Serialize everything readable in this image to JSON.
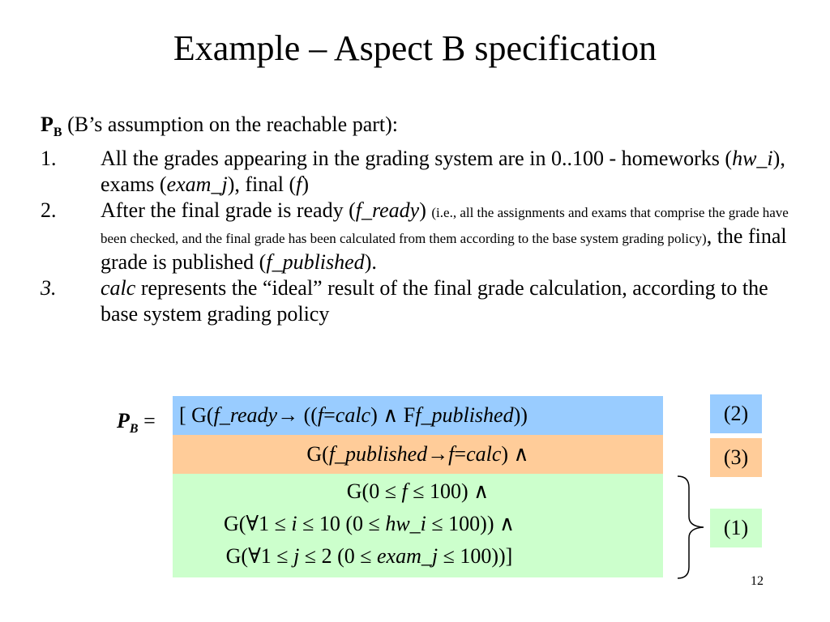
{
  "title": "Example – Aspect B specification",
  "intro": {
    "p": "P",
    "sub": "B",
    "text": " (B’s assumption on the reachable part):"
  },
  "items": [
    {
      "num": "1.",
      "parts": [
        "All the grades appearing in the grading system are in 0..100 - homeworks (",
        "hw_i",
        "), exams (",
        "exam_j",
        "), final (",
        "f",
        ")"
      ]
    },
    {
      "num": "2.",
      "a": "After the final grade is ready (",
      "a_it": "f_ready",
      "a_end": ") ",
      "small": "(i.e., all the assignments and exams that comprise the grade have been checked, and the final grade has been calculated from them according to the base system grading policy)",
      "b": ", the final grade is published (",
      "b_it": "f_published",
      "b_end": ")."
    },
    {
      "num": "3.",
      "calc": "calc",
      "text": "  represents the “ideal” result of the final grade calculation, according to the base system grading policy"
    }
  ],
  "formula": {
    "label_p": "P",
    "label_sub": "B",
    "label_eq": " = ",
    "row1": [
      "[ G(",
      "f_ready",
      " → ((",
      "f",
      " = ",
      "calc",
      ") ∧ F ",
      "f_published",
      "))"
    ],
    "row2": [
      "G(",
      "f_published",
      " →",
      "f",
      " = ",
      "calc",
      ") ∧"
    ],
    "row3": [
      "G(0 ≤ ",
      "f",
      " ≤ 100) ∧"
    ],
    "row4": [
      "G(∀1 ≤ ",
      "i",
      " ≤ 10 (0 ≤ ",
      "hw_i",
      " ≤ 100)) ∧"
    ],
    "row5": [
      "G(∀1 ≤ ",
      "j",
      " ≤ 2 (0 ≤ ",
      "exam_j",
      " ≤ 100))]"
    ]
  },
  "tags": {
    "t2": "(2)",
    "t3": "(3)",
    "t1": "(1)"
  },
  "colors": {
    "blue": "#99ccff",
    "orange": "#ffcc99",
    "green": "#ccffcc"
  },
  "page_number": "12"
}
